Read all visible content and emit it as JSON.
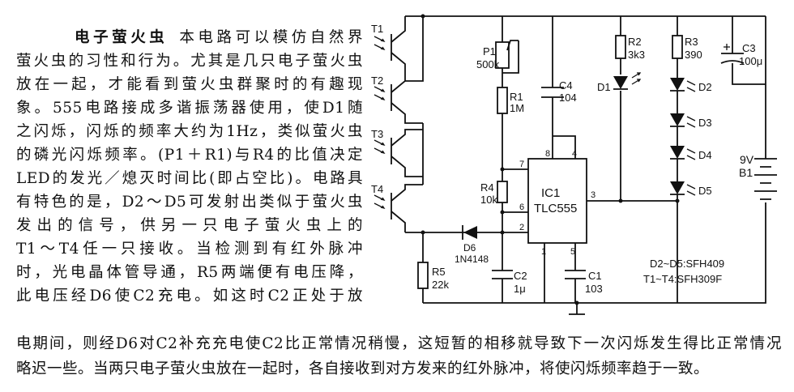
{
  "article": {
    "title": "电子萤火虫",
    "lines": [
      "本电路可以模仿自然界",
      "萤火虫的习性和行为。尤其是几只电子萤火虫",
      "放在一起，才能看到萤火虫群聚时的有趣现",
      "象。555电路接成多谐振荡器使用，使D1随",
      "之闪烁，闪烁的频率大约为1Hz，类似萤火虫",
      "的磷光闪烁频率。(P1＋R1)与R4的比值决定",
      "LED的发光／熄灭时间比(即占空比)。电路具",
      "有特色的是，D2～D5可发射出类似于萤火虫",
      "发出的信号，供另一只电子萤火虫上的",
      "T1～T4任一只接收。当检测到有红外脉冲",
      "时，光电晶体管导通，R5两端便有电压降，",
      "此电压经D6使C2充电。如这时C2正处于放"
    ],
    "full_lines": [
      "电期间，则经D6对C2补充充电使C2比正常情况稍慢，这短暂的相移就导致下一次闪烁发生得比正常情况",
      "略迟一些。当两只电子萤火虫放在一起时，各自接收到对方发来的红外脉冲，将使闪烁频率趋于一致。"
    ]
  },
  "schematic": {
    "transistors": [
      "T1",
      "T2",
      "T3",
      "T4"
    ],
    "ic_ref": "IC1",
    "ic_part": "TLC555",
    "pins": {
      "p8": "8",
      "p4": "4",
      "p7": "7",
      "p6": "6",
      "p2": "2",
      "p3": "3",
      "p1": "1",
      "p5": "5"
    },
    "components": {
      "p1_ref": "P1",
      "p1_val": "500k",
      "r1_ref": "R1",
      "r1_val": "1M",
      "r4_ref": "R4",
      "r4_val": "10k",
      "r5_ref": "R5",
      "r5_val": "22k",
      "r2_ref": "R2",
      "r2_val": "3k3",
      "r3_ref": "R3",
      "r3_val": "390",
      "c1_ref": "C1",
      "c1_val": "103",
      "c2_ref": "C2",
      "c2_val": "1μ",
      "c3_ref": "C3",
      "c3_val": "100μ",
      "c4_ref": "C4",
      "c4_val": "104",
      "d6_ref": "D6",
      "d6_val": "1N4148",
      "d1": "D1",
      "d2": "D2",
      "d3": "D3",
      "d4": "D4",
      "d5": "D5",
      "batt_v": "9V",
      "batt_ref": "B1"
    },
    "notes": [
      "D2~D5:SFH409",
      "T1~T4:SFH309F"
    ]
  }
}
